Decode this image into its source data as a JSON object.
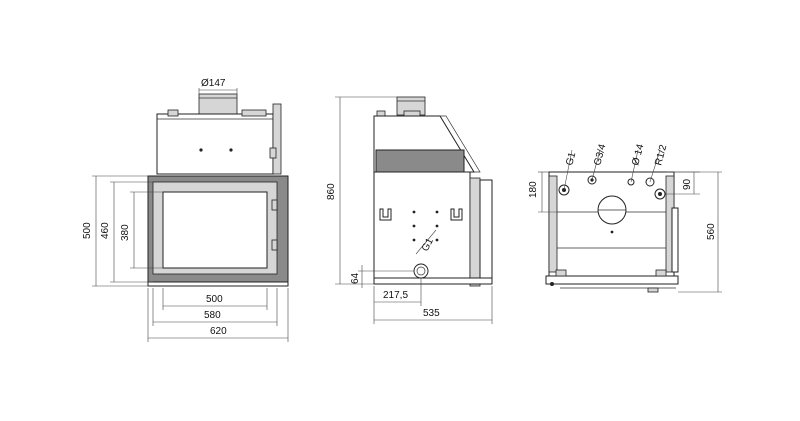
{
  "front_view": {
    "flue_diameter": "Ø147",
    "height_outer": "500",
    "height_inner": "460",
    "height_glass": "380",
    "width_glass": "500",
    "width_inner": "580",
    "width_outer": "620"
  },
  "side_view": {
    "total_height": "860",
    "connection_label": "G1",
    "connection_height": "64",
    "connection_offset": "217,5",
    "total_depth": "535"
  },
  "rear_view": {
    "connections": [
      "G1",
      "G3/4",
      "Ø 14",
      "R1/2"
    ],
    "height_180": "180",
    "height_90": "90",
    "total_height": "560"
  }
}
